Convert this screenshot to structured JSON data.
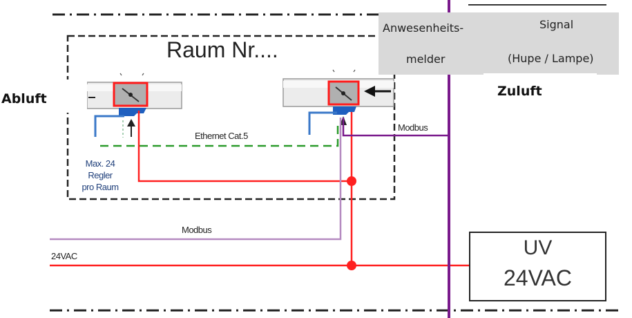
{
  "room": {
    "title": "Raum Nr...."
  },
  "labels": {
    "abluft": "Abluft",
    "zuluft": "Zuluft",
    "ethernet": "Ethernet Cat.5",
    "modbus_right": "Modbus",
    "modbus_bottom": "Modbus",
    "vac_line": "24VAC",
    "max_line1": "Max. 24",
    "max_line2": "Regler",
    "max_line3": "pro Raum"
  },
  "overlay": {
    "presence_line1": "Anwesenheits-",
    "presence_line2": "melder",
    "signal_line1": "Signal",
    "signal_line2": "(Hupe / Lampe)"
  },
  "uv_box": {
    "line1": "UV",
    "line2": "24VAC"
  },
  "colors": {
    "power": "#ff2020",
    "modbus": "#7a1a8c",
    "modbus_light": "#b58ac0",
    "ethernet": "#2a9a2a",
    "actuator": "#1f5fbf",
    "overlay_bg": "#d9d9d9"
  }
}
